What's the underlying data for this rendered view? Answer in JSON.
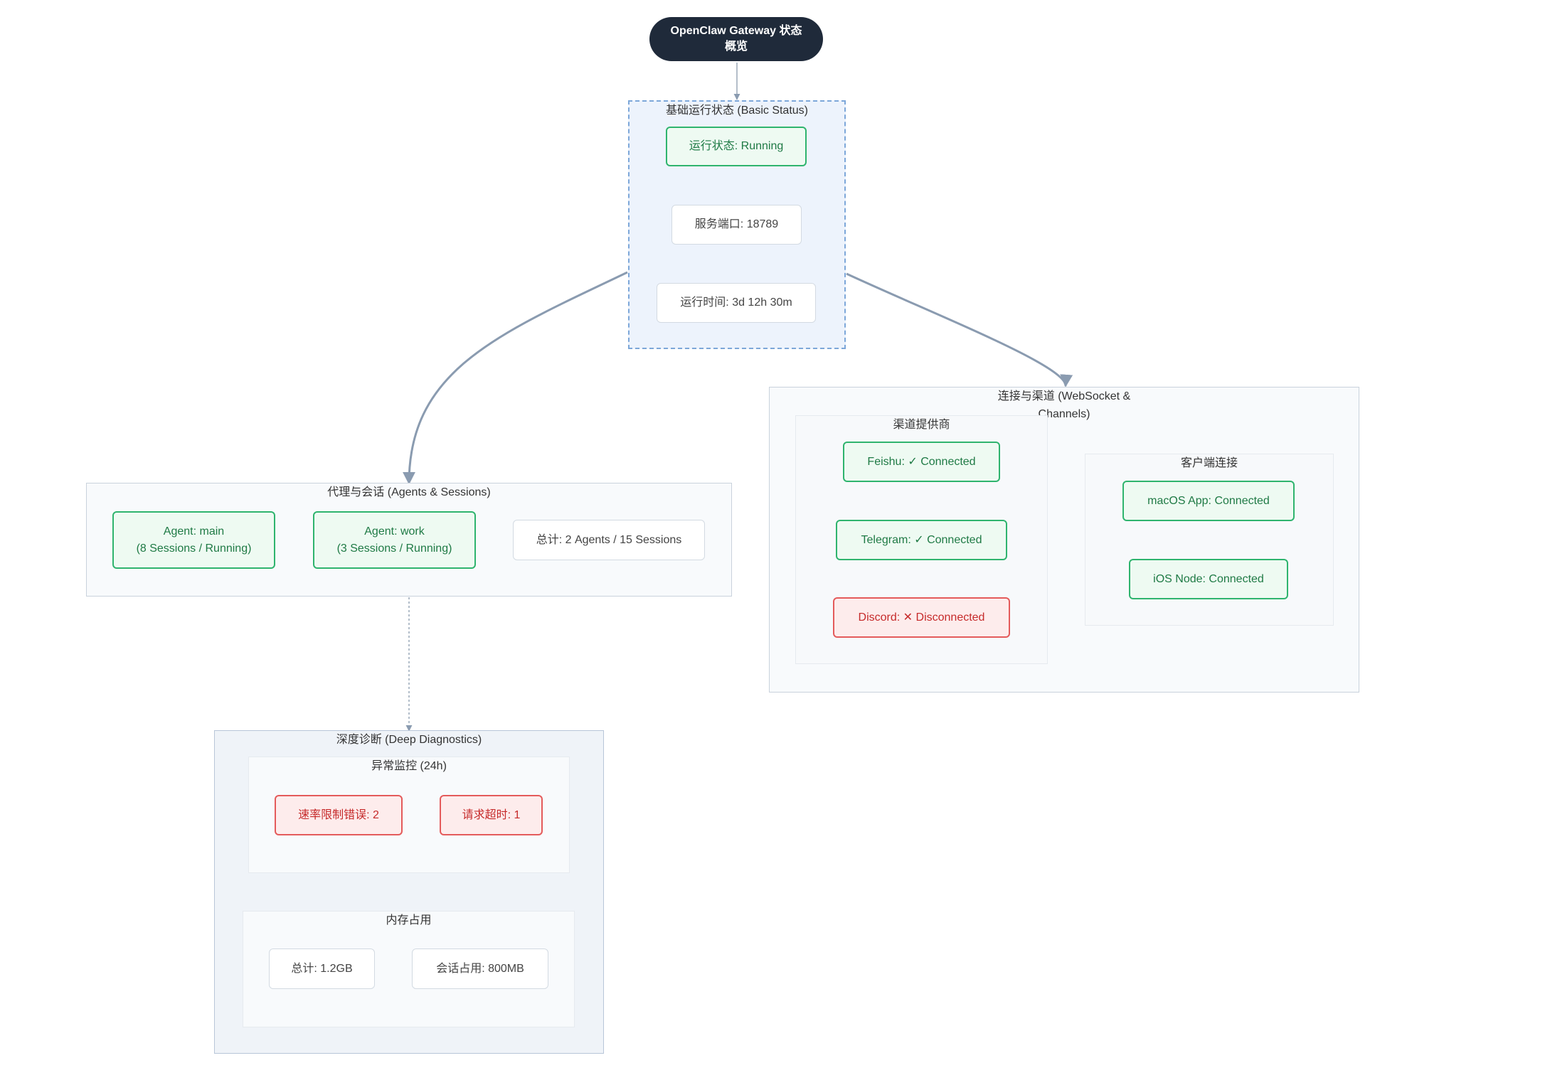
{
  "title": "OpenClaw Gateway 状态概览",
  "basic": {
    "label": "基础运行状态 (Basic Status)",
    "status": "运行状态: Running",
    "port": "服务端口: 18789",
    "uptime": "运行时间: 3d 12h 30m"
  },
  "agents": {
    "label": "代理与会话 (Agents & Sessions)",
    "main": "Agent: main\n(8 Sessions / Running)",
    "work": "Agent: work\n(3 Sessions / Running)",
    "total": "总计: 2 Agents / 15 Sessions"
  },
  "connections": {
    "label": "连接与渠道 (WebSocket & Channels)",
    "providers": {
      "label": "渠道提供商",
      "feishu": "Feishu: ✓ Connected",
      "telegram": "Telegram: ✓ Connected",
      "discord": "Discord: ✕ Disconnected"
    },
    "clients": {
      "label": "客户端连接",
      "macos": "macOS App: Connected",
      "ios": "iOS Node: Connected"
    }
  },
  "diagnostics": {
    "label": "深度诊断 (Deep Diagnostics)",
    "anomaly": {
      "label": "异常监控 (24h)",
      "rate_limit": "速率限制错误: 2",
      "timeout": "请求超时: 1"
    },
    "memory": {
      "label": "内存占用",
      "total": "总计: 1.2GB",
      "sessions": "会话占用: 800MB"
    }
  },
  "colors": {
    "success": "#2fb46e",
    "error": "#e45b5b",
    "title_bg": "#1f2a3a",
    "edge": "#8a9bb0"
  }
}
